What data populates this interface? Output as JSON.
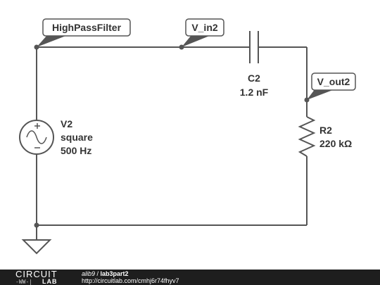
{
  "schematic": {
    "net_labels": {
      "highpass": "HighPassFilter",
      "vin": "V_in2",
      "vout": "V_out2"
    },
    "source": {
      "name": "V2",
      "waveform": "square",
      "frequency": "500 Hz"
    },
    "capacitor": {
      "name": "C2",
      "value": "1.2 nF"
    },
    "resistor": {
      "name": "R2",
      "value": "220 kΩ"
    },
    "colors": {
      "wire": "#555555",
      "text": "#333333",
      "footer_bg": "#1e1e1e"
    }
  },
  "footer": {
    "logo_top": "CIRCUIT",
    "logo_glyph": "-WW-|",
    "logo_bottom": "LAB",
    "user": "alib9",
    "separator": " / ",
    "project": "lab3part2",
    "url": "http://circuitlab.com/cmhj6r74fhyv7"
  }
}
